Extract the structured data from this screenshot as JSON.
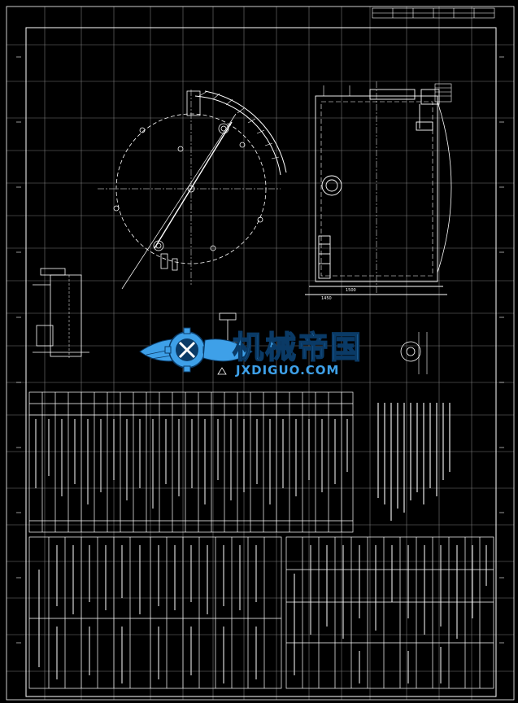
{
  "watermark": {
    "cn": "机械帝国",
    "en": "JXDIGUO.COM"
  },
  "colors": {
    "background": "#000000",
    "lines": "#ffffff",
    "watermark_fill": "#3ea0e8",
    "watermark_dark": "#0a3a66"
  },
  "drawing": {
    "dims": [
      "1500",
      "1450"
    ]
  }
}
